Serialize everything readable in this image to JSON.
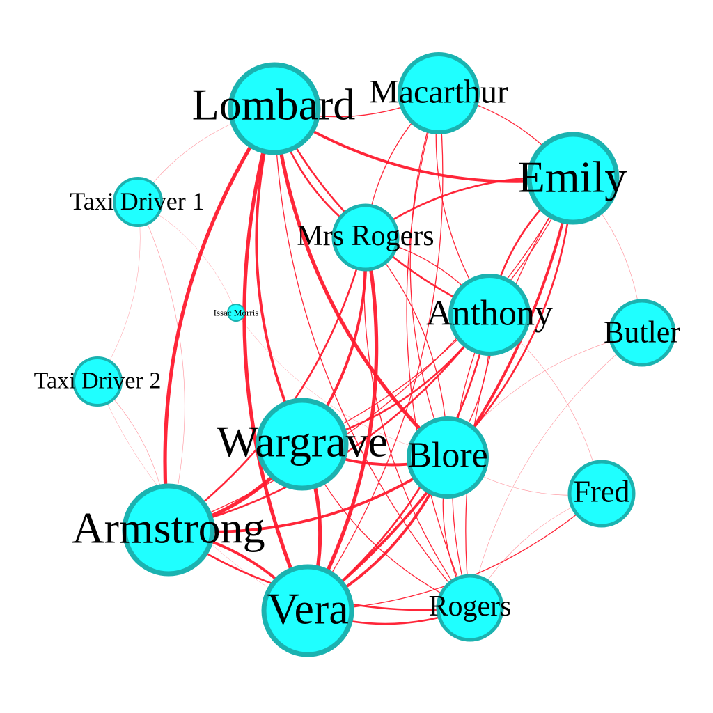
{
  "colors": {
    "background": "#ffffff",
    "node_fill": "#1fffff",
    "node_stroke": "#1bb2b0",
    "edge": "#ff1a2e",
    "label": "#000000"
  },
  "nodes": [
    {
      "id": "lombard",
      "label": "Lombard",
      "size": "xl"
    },
    {
      "id": "macarthur",
      "label": "Macarthur",
      "size": "l"
    },
    {
      "id": "emily",
      "label": "Emily",
      "size": "xl"
    },
    {
      "id": "taxi1",
      "label": "Taxi Driver 1",
      "size": "s"
    },
    {
      "id": "mrsrogers",
      "label": "Mrs Rogers",
      "size": "m"
    },
    {
      "id": "issac",
      "label": "Issac Morris",
      "size": "xs"
    },
    {
      "id": "anthony",
      "label": "Anthony",
      "size": "l"
    },
    {
      "id": "butler",
      "label": "Butler",
      "size": "m"
    },
    {
      "id": "taxi2",
      "label": "Taxi Driver 2",
      "size": "s"
    },
    {
      "id": "wargrave",
      "label": "Wargrave",
      "size": "xl"
    },
    {
      "id": "blore",
      "label": "Blore",
      "size": "l"
    },
    {
      "id": "fred",
      "label": "Fred",
      "size": "m"
    },
    {
      "id": "armstrong",
      "label": "Armstrong",
      "size": "xl"
    },
    {
      "id": "vera",
      "label": "Vera",
      "size": "xl"
    },
    {
      "id": "rogers",
      "label": "Rogers",
      "size": "m"
    }
  ],
  "edges": [
    {
      "source": "lombard",
      "target": "armstrong",
      "weight": 4
    },
    {
      "source": "lombard",
      "target": "vera",
      "weight": 4
    },
    {
      "source": "lombard",
      "target": "blore",
      "weight": 4
    },
    {
      "source": "lombard",
      "target": "wargrave",
      "weight": 3
    },
    {
      "source": "lombard",
      "target": "emily",
      "weight": 3
    },
    {
      "source": "lombard",
      "target": "macarthur",
      "weight": 1
    },
    {
      "source": "lombard",
      "target": "anthony",
      "weight": 2
    },
    {
      "source": "lombard",
      "target": "mrsrogers",
      "weight": 2
    },
    {
      "source": "lombard",
      "target": "rogers",
      "weight": 1
    },
    {
      "source": "lombard",
      "target": "taxi1",
      "weight": 0.5
    },
    {
      "source": "vera",
      "target": "mrsrogers",
      "weight": 4
    },
    {
      "source": "vera",
      "target": "wargrave",
      "weight": 4
    },
    {
      "source": "vera",
      "target": "armstrong",
      "weight": 3
    },
    {
      "source": "vera",
      "target": "blore",
      "weight": 3
    },
    {
      "source": "vera",
      "target": "emily",
      "weight": 3
    },
    {
      "source": "vera",
      "target": "anthony",
      "weight": 2
    },
    {
      "source": "vera",
      "target": "rogers",
      "weight": 2
    },
    {
      "source": "vera",
      "target": "macarthur",
      "weight": 1
    },
    {
      "source": "vera",
      "target": "fred",
      "weight": 1
    },
    {
      "source": "armstrong",
      "target": "wargrave",
      "weight": 4
    },
    {
      "source": "armstrong",
      "target": "blore",
      "weight": 3
    },
    {
      "source": "armstrong",
      "target": "mrsrogers",
      "weight": 2
    },
    {
      "source": "armstrong",
      "target": "anthony",
      "weight": 2
    },
    {
      "source": "armstrong",
      "target": "rogers",
      "weight": 2
    },
    {
      "source": "armstrong",
      "target": "emily",
      "weight": 1
    },
    {
      "source": "armstrong",
      "target": "taxi1",
      "weight": 0.5
    },
    {
      "source": "armstrong",
      "target": "taxi2",
      "weight": 0.5
    },
    {
      "source": "wargrave",
      "target": "blore",
      "weight": 3
    },
    {
      "source": "wargrave",
      "target": "mrsrogers",
      "weight": 3
    },
    {
      "source": "wargrave",
      "target": "anthony",
      "weight": 2
    },
    {
      "source": "wargrave",
      "target": "rogers",
      "weight": 1
    },
    {
      "source": "wargrave",
      "target": "emily",
      "weight": 1
    },
    {
      "source": "blore",
      "target": "emily",
      "weight": 2
    },
    {
      "source": "blore",
      "target": "mrsrogers",
      "weight": 1
    },
    {
      "source": "blore",
      "target": "rogers",
      "weight": 1
    },
    {
      "source": "blore",
      "target": "anthony",
      "weight": 1
    },
    {
      "source": "blore",
      "target": "fred",
      "weight": 0.5
    },
    {
      "source": "emily",
      "target": "mrsrogers",
      "weight": 2
    },
    {
      "source": "emily",
      "target": "anthony",
      "weight": 2
    },
    {
      "source": "emily",
      "target": "rogers",
      "weight": 1
    },
    {
      "source": "emily",
      "target": "macarthur",
      "weight": 1
    },
    {
      "source": "macarthur",
      "target": "anthony",
      "weight": 1
    },
    {
      "source": "macarthur",
      "target": "rogers",
      "weight": 1
    },
    {
      "source": "macarthur",
      "target": "mrsrogers",
      "weight": 1
    },
    {
      "source": "macarthur",
      "target": "blore",
      "weight": 1
    },
    {
      "source": "anthony",
      "target": "rogers",
      "weight": 1
    },
    {
      "source": "anthony",
      "target": "mrsrogers",
      "weight": 1
    },
    {
      "source": "butler",
      "target": "rogers",
      "weight": 0.5
    },
    {
      "source": "butler",
      "target": "blore",
      "weight": 0.5
    },
    {
      "source": "butler",
      "target": "emily",
      "weight": 0.5
    },
    {
      "source": "fred",
      "target": "rogers",
      "weight": 0.5
    },
    {
      "source": "fred",
      "target": "anthony",
      "weight": 0.5
    },
    {
      "source": "mrsrogers",
      "target": "rogers",
      "weight": 1
    },
    {
      "source": "issac",
      "target": "taxi1",
      "weight": 0.3
    },
    {
      "source": "issac",
      "target": "blore",
      "weight": 0.3
    },
    {
      "source": "taxi2",
      "target": "vera",
      "weight": 0.3
    },
    {
      "source": "taxi2",
      "target": "taxi1",
      "weight": 0.3
    }
  ]
}
